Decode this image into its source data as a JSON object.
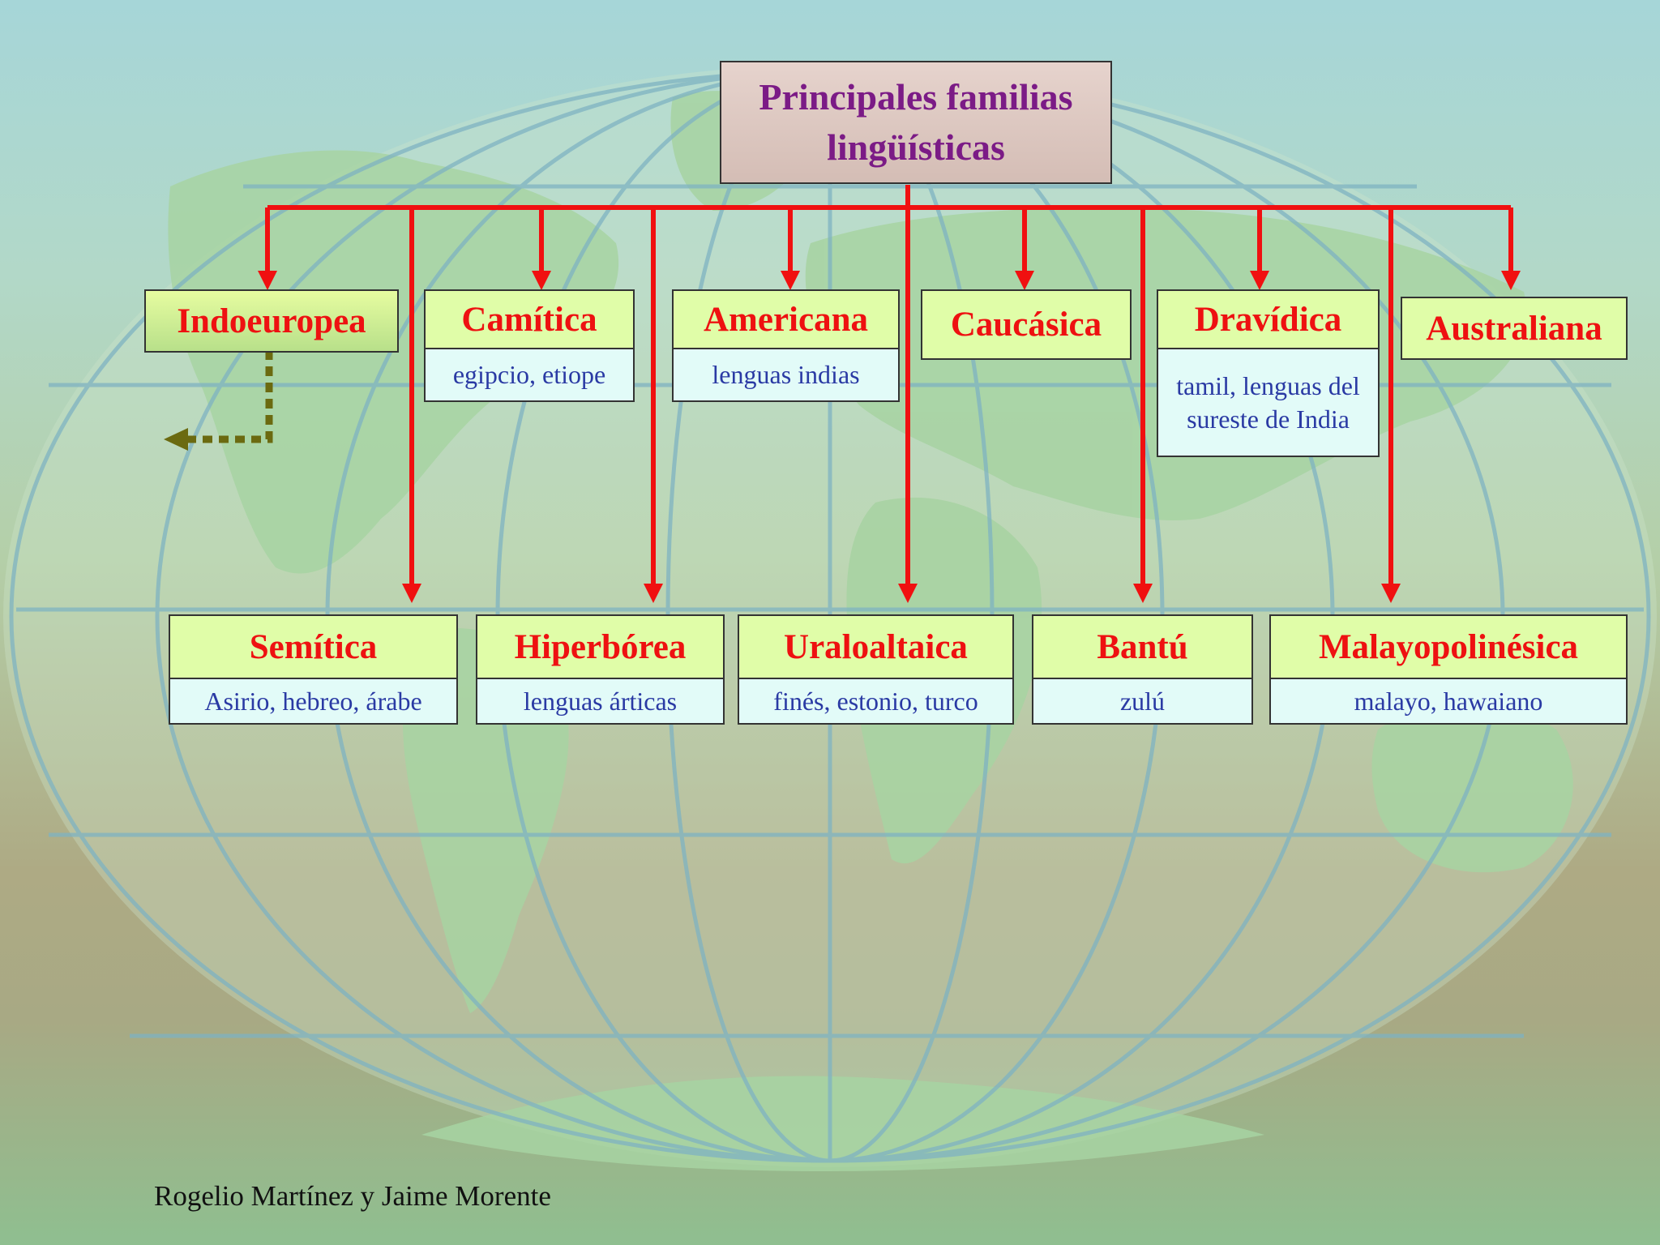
{
  "title": {
    "line1": "Principales familias",
    "line2": "lingüísticas"
  },
  "families_top": [
    {
      "name": "Indoeuropea",
      "languages": ""
    },
    {
      "name": "Camítica",
      "languages": "egipcio, etiope"
    },
    {
      "name": "Americana",
      "languages": "lenguas indias"
    },
    {
      "name": "Caucásica",
      "languages": ""
    },
    {
      "name": "Dravídica",
      "languages": "tamil, lenguas del sureste de India"
    },
    {
      "name": "Australiana",
      "languages": ""
    }
  ],
  "families_bottom": [
    {
      "name": "Semítica",
      "languages": "Asirio, hebreo, árabe"
    },
    {
      "name": "Hiperbórea",
      "languages": "lenguas árticas"
    },
    {
      "name": "Uraloaltaica",
      "languages": "finés, estonio, turco"
    },
    {
      "name": "Bantú",
      "languages": "zulú"
    },
    {
      "name": "Malayopolinésica",
      "languages": "malayo, hawaiano"
    }
  ],
  "author": "Rogelio Martínez y Jaime Morente",
  "colors": {
    "arrow": "#f01010",
    "dotted_arrow": "#6b6a10",
    "title_text": "#7b1b86",
    "family_text": "#ee1111",
    "language_text": "#2a3aa4",
    "head_fill": "#e0fda8",
    "sub_fill": "#e2fbf8"
  }
}
